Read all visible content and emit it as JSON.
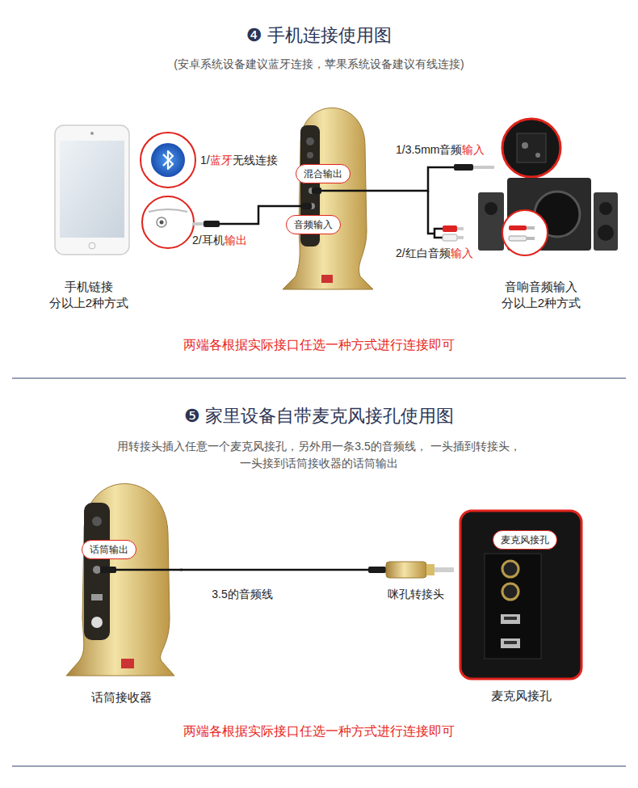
{
  "diagram": {
    "nodes": [
      {
        "text": [
          "混合输出"
        ]
      },
      {
        "text": [
          "音频输入"
        ]
      },
      {
        "text": [
          "话筒接收器"
        ]
      },
      {
        "text": [
          "话筒输出"
        ],
        "in": 2
      },
      {
        "text": [
          "麦克风接孔"
        ]
      },
      {
        "text": [
          "麦克风接孔"
        ],
        "in": 4
      }
    ],
    "edges": [
      {
        "from": 2,
        "to": 4,
        "arrow": "none",
        "label": "3.5的音频线"
      }
    ],
    "labels": [
      "❹ 手机连接使用图",
      "(安卓系统设备建议蓝牙连接，苹果系统设备建议有线连接)",
      "1/蓝牙无线连接",
      "2/耳机输出",
      "1/3.5mm音频输入",
      "2/红白音频输入",
      "手机链接 分以上2种方式",
      "音响音频输入 分以上2种方式",
      "两端各根据实际接口任选一种方式进行连接即可",
      "❺ 家里设备自带麦克风接孔使用图",
      "用转接头插入任意一个麦克风接孔，另外用一条3.5的音频线， 一头插到转接头，一头接到话筒接收器的话筒输出",
      "咪孔转接头",
      "两端各根据实际接口任选一种方式进行连接即可"
    ]
  }
}
